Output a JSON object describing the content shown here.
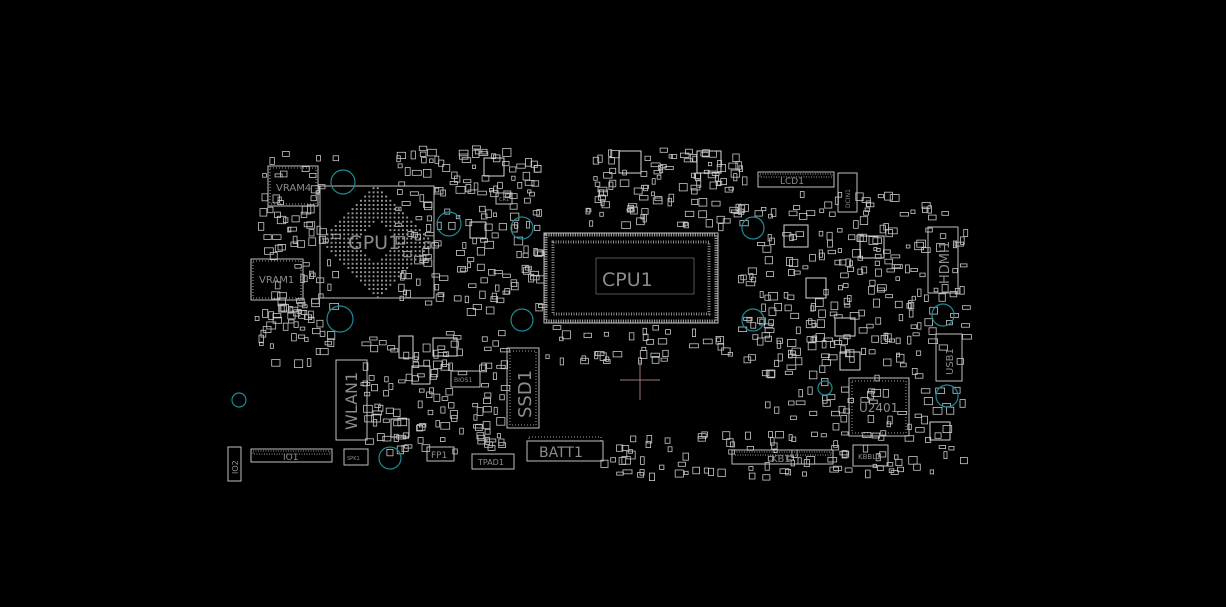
{
  "title": "",
  "colors": {
    "background": "#000000",
    "outline": "#bfbfbf",
    "label": "#8c8c8c",
    "mounting_hole": "#1f8a94",
    "cursor": "#a07878"
  },
  "components": {
    "gpu": "GPU1",
    "cpu": "CPU1",
    "vram_top": "VRAM4",
    "vram_bottom": "VRAM1",
    "wlan": "WLAN1",
    "ssd": "SSD1",
    "batt": "BATT1",
    "kb": "KB1",
    "kbbl": "KBBL1",
    "u2401": "U2401",
    "io1": "IO1",
    "io2": "IO2",
    "fp": "FP1",
    "tpad": "TPAD1",
    "spk": "SPK1",
    "bios": "BIOS1",
    "lcd": "LCD1",
    "dcin": "DCIN1",
    "hdmi": "HDMI1",
    "usb": "USB1",
    "cr": "CR1"
  }
}
